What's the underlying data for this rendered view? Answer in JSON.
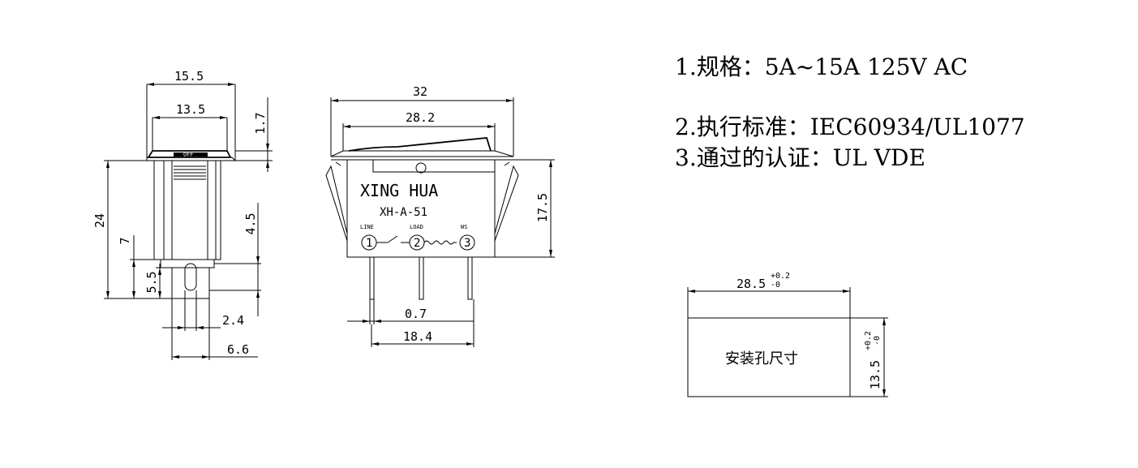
{
  "specs": {
    "line1": "1.规格：5A~15A  125V  AC",
    "line2": "2.执行标准：IEC60934/UL1077",
    "line3": "3.通过的认证：UL  VDE"
  },
  "side_view": {
    "dim_width_outer": "15.5",
    "dim_width_inner": "13.5",
    "dim_flange": "1.7",
    "dim_height_total": "24",
    "dim_7": "7",
    "dim_5_5": "5.5",
    "dim_4_5": "4.5",
    "dim_2_4": "2.4",
    "dim_6_6": "6.6",
    "rocker_mark": "OFF"
  },
  "front_view": {
    "dim_width_total": "32",
    "dim_width_rocker": "28.2",
    "dim_height_body": "17.5",
    "dim_pin_width": "0.7",
    "dim_pin_span": "18.4",
    "brand": "XING  HUA",
    "model": "XH-A-51",
    "terminal_labels": [
      "LINE",
      "LOAD",
      "WS"
    ],
    "terminal_numbers": [
      "1",
      "2",
      "3"
    ]
  },
  "cutout": {
    "dim_width": "28.5",
    "dim_width_tol_upper": "+0.2",
    "dim_width_tol_lower": "-0",
    "dim_height": "13.5",
    "dim_height_tol_upper": "+0.2",
    "dim_height_tol_lower": "-0",
    "label": "安装孔尺寸"
  }
}
